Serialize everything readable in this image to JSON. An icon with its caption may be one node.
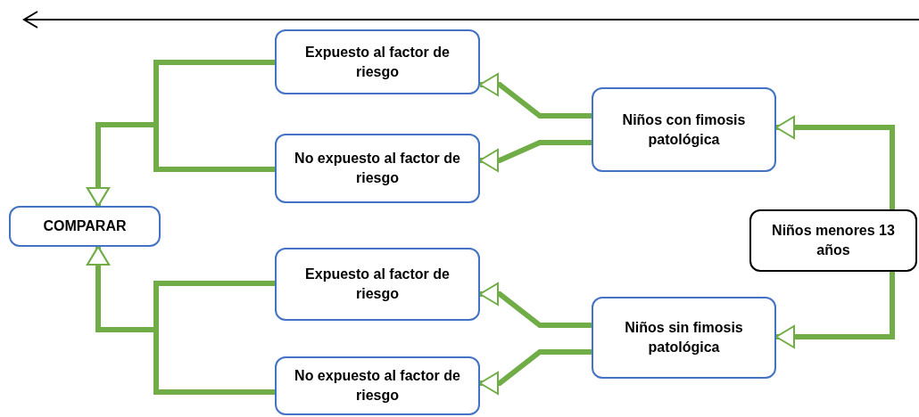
{
  "diagram": {
    "nodes": [
      {
        "text": [
          "Expuesto al factor de riesgo"
        ]
      },
      {
        "text": [
          "No expuesto al factor de riesgo"
        ]
      },
      {
        "text": [
          "Niños con fimosis patológica"
        ]
      },
      {
        "text": [
          "COMPARAR"
        ]
      },
      {
        "text": [
          "Niños menores 13 años"
        ]
      },
      {
        "text": [
          "Expuesto al factor de riesgo"
        ]
      },
      {
        "text": [
          "No expuesto al factor de riesgo"
        ]
      },
      {
        "text": [
          "Niños sin fimosis patológica"
        ]
      }
    ],
    "edges": [
      {
        "from": 4,
        "to": 2,
        "arrow": "to"
      },
      {
        "from": 4,
        "to": 7,
        "arrow": "to"
      },
      {
        "from": 2,
        "to": 0,
        "arrow": "to"
      },
      {
        "from": 2,
        "to": 1,
        "arrow": "to"
      },
      {
        "from": 7,
        "to": 5,
        "arrow": "to"
      },
      {
        "from": 7,
        "to": 6,
        "arrow": "to"
      },
      {
        "from": 0,
        "to": 3,
        "arrow": "to"
      },
      {
        "from": 1,
        "to": 3,
        "arrow": "to"
      },
      {
        "from": 5,
        "to": 3,
        "arrow": "to"
      },
      {
        "from": 6,
        "to": 3,
        "arrow": "to"
      }
    ]
  }
}
